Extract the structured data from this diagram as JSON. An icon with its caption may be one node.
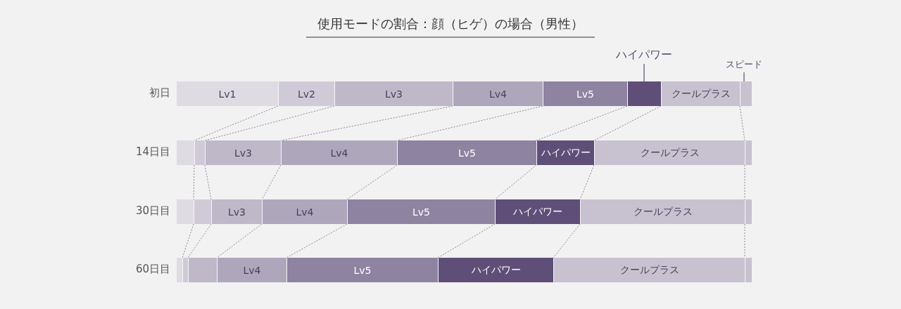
{
  "diagram": {
    "title": "使用モードの割合：顔（ヒゲ）の場合（男性）",
    "nodes": [
      {
        "text": [
          "ハイパワー"
        ]
      },
      {
        "text": [
          "スピード"
        ]
      },
      {
        "text": [
          "Lv1"
        ]
      },
      {
        "text": [
          "Lv2"
        ]
      },
      {
        "text": [
          "Lv3"
        ]
      },
      {
        "text": [
          "Lv4"
        ]
      },
      {
        "text": [
          "Lv5"
        ]
      },
      {
        "text": [],
        "shape": "bar"
      },
      {
        "text": [
          "クールプラス"
        ]
      },
      {
        "text": [],
        "shape": "bar"
      },
      {
        "text": [],
        "shape": "bar"
      },
      {
        "text": [],
        "shape": "bar"
      },
      {
        "text": [
          "Lv3"
        ]
      },
      {
        "text": [
          "Lv4"
        ]
      },
      {
        "text": [
          "Lv5"
        ]
      },
      {
        "text": [
          "ハイパワー"
        ]
      },
      {
        "text": [
          "クールプラス"
        ]
      },
      {
        "text": [],
        "shape": "bar"
      },
      {
        "text": [],
        "shape": "bar"
      },
      {
        "text": [],
        "shape": "bar"
      },
      {
        "text": [
          "Lv3"
        ]
      },
      {
        "text": [
          "Lv4"
        ]
      },
      {
        "text": [
          "Lv5"
        ]
      },
      {
        "text": [
          "ハイパワー"
        ]
      },
      {
        "text": [
          "クールプラス"
        ]
      },
      {
        "text": [],
        "shape": "bar"
      },
      {
        "text": [],
        "shape": "bar"
      },
      {
        "text": [],
        "shape": "bar"
      },
      {
        "text": [],
        "shape": "bar"
      },
      {
        "text": [
          "Lv4"
        ]
      },
      {
        "text": [
          "Lv5"
        ]
      },
      {
        "text": [
          "ハイパワー"
        ]
      },
      {
        "text": [
          "クールプラス"
        ]
      },
      {
        "text": [],
        "shape": "bar"
      }
    ],
    "edges": [
      {
        "from": 0,
        "to": 7,
        "arrow": "none"
      },
      {
        "from": 1,
        "to": 9,
        "arrow": "none"
      }
    ],
    "labels": [
      "初日",
      "14日目",
      "30日目",
      "60日目"
    ]
  }
}
